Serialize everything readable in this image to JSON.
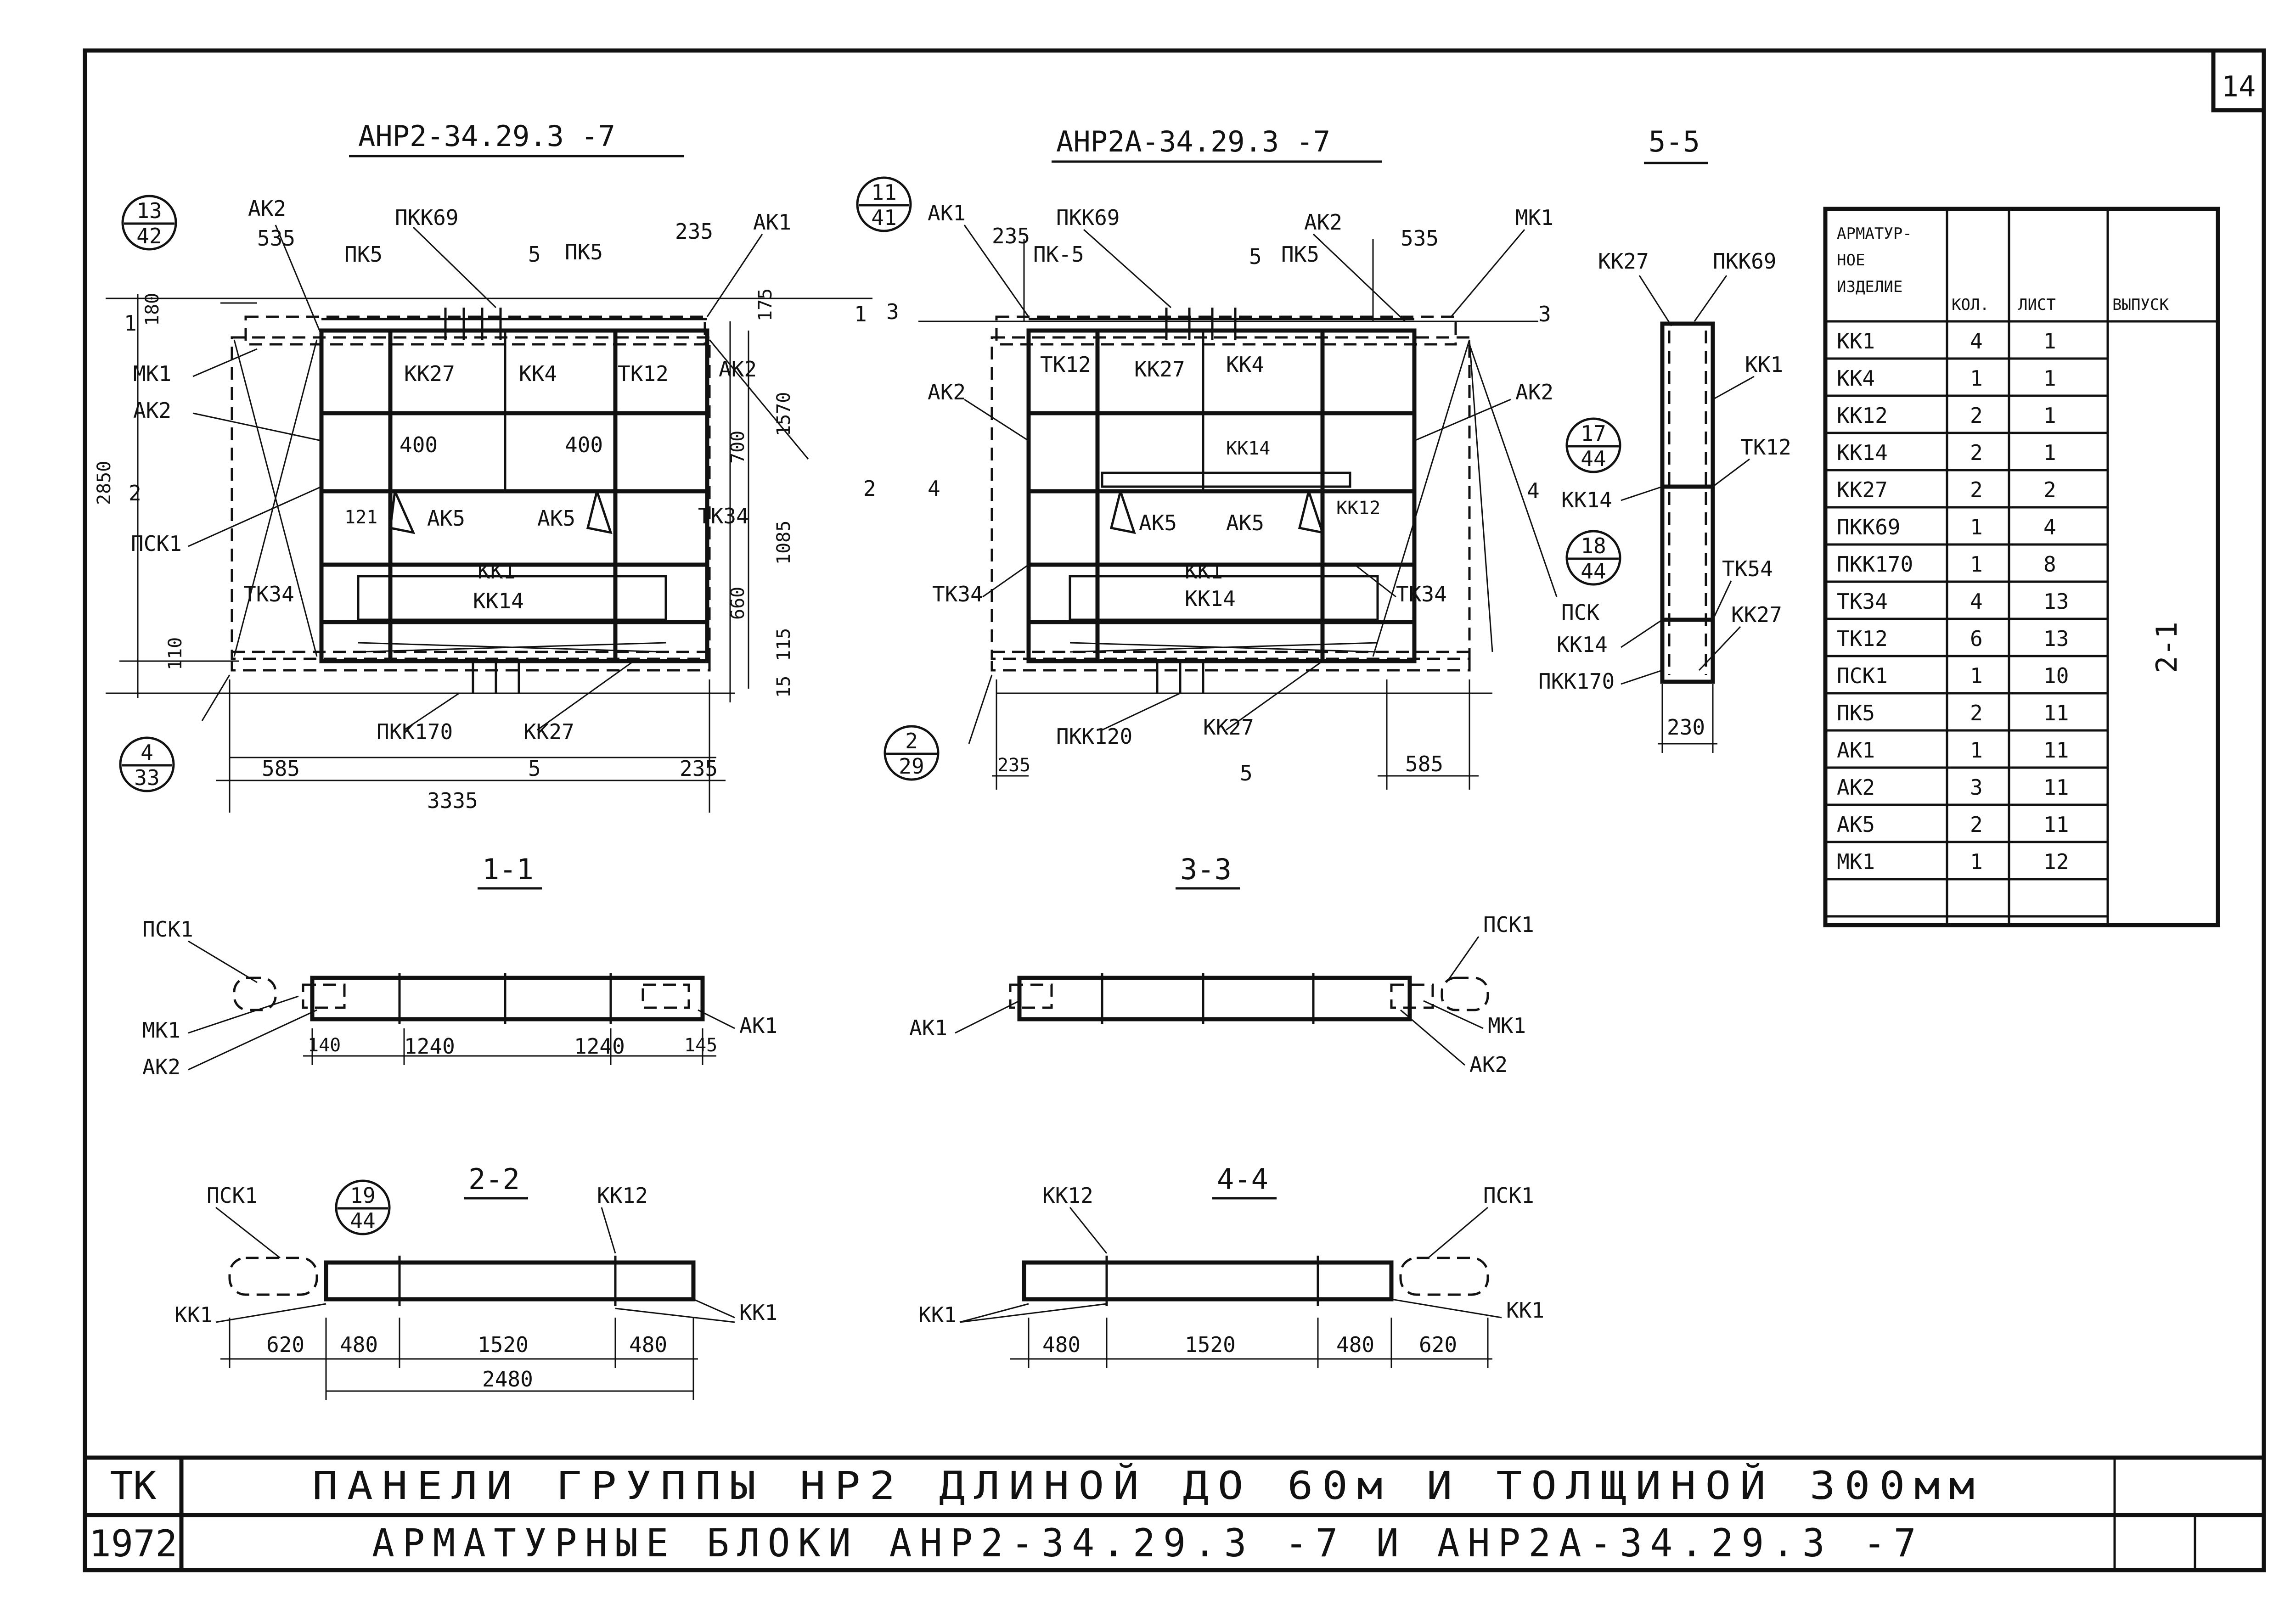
{
  "page_number": "14",
  "views": {
    "block1_title": "АНР2-34.29.3 -7",
    "block2_title": "АНР2А-34.29.3 -7",
    "section55_title": "5-5",
    "section11_title": "1-1",
    "section33_title": "3-3",
    "section22_title": "2-2",
    "section44_title": "4-4"
  },
  "callouts": {
    "c1": {
      "top": "13",
      "bottom": "42"
    },
    "c2": {
      "top": "11",
      "bottom": "41"
    },
    "c3": {
      "top": "4",
      "bottom": "33"
    },
    "c4": {
      "top": "2",
      "bottom": "29"
    },
    "c5": {
      "top": "17",
      "bottom": "44"
    },
    "c6": {
      "top": "18",
      "bottom": "44"
    },
    "c7": {
      "top": "19",
      "bottom": "44"
    }
  },
  "labels": {
    "ak1": "АК1",
    "ak2": "АК2",
    "ak5": "АК5",
    "pkk69": "ПКК69",
    "pk5": "ПК5",
    "mk1": "МК1",
    "psk1": "ПСК1",
    "kk27": "КК27",
    "kk4": "КК4",
    "tk12": "ТК12",
    "tk34": "ТК34",
    "kk1": "КК1",
    "kk14": "КК14",
    "kk12": "КК12",
    "pkk170": "ПКК170",
    "pkk120": "ПКК120",
    "pk_5": "ПК-5",
    "tk54": "ТК54",
    "psk": "ПСК",
    "sec5": "5",
    "sec1": "1",
    "sec2": "2",
    "sec3": "3",
    "sec4": "4"
  },
  "dimensions": {
    "d535": "535",
    "d235": "235",
    "d175": "175",
    "d180": "180",
    "d400": "400",
    "d1570": "1570",
    "d700": "700",
    "d2850": "2850",
    "d1085": "1085",
    "d121": "121",
    "d660": "660",
    "d115": "115",
    "d110": "110",
    "d15": "15",
    "d585": "585",
    "d3335": "3335",
    "d230": "230",
    "d140": "140",
    "d1240": "1240",
    "d145": "145",
    "d620": "620",
    "d480": "480",
    "d1520": "1520",
    "d2480": "2480"
  },
  "spec_table": {
    "headers": {
      "item": "АРМАТУР-\nНОЕ\nИЗДЕЛИЕ",
      "qty": "КОЛ.",
      "sheet": "ЛИСТ",
      "issue": "ВЫПУСК"
    },
    "rows": [
      {
        "item": "КК1",
        "qty": "4",
        "sheet": "1"
      },
      {
        "item": "КК4",
        "qty": "1",
        "sheet": "1"
      },
      {
        "item": "КК12",
        "qty": "2",
        "sheet": "1"
      },
      {
        "item": "КК14",
        "qty": "2",
        "sheet": "1"
      },
      {
        "item": "КК27",
        "qty": "2",
        "sheet": "2"
      },
      {
        "item": "ПКК69",
        "qty": "1",
        "sheet": "4"
      },
      {
        "item": "ПКК170",
        "qty": "1",
        "sheet": "8"
      },
      {
        "item": "ТК34",
        "qty": "4",
        "sheet": "13"
      },
      {
        "item": "ТК12",
        "qty": "6",
        "sheet": "13"
      },
      {
        "item": "ПСК1",
        "qty": "1",
        "sheet": "10"
      },
      {
        "item": "ПК5",
        "qty": "2",
        "sheet": "11"
      },
      {
        "item": "АК1",
        "qty": "1",
        "sheet": "11"
      },
      {
        "item": "АК2",
        "qty": "3",
        "sheet": "11"
      },
      {
        "item": "АК5",
        "qty": "2",
        "sheet": "11"
      },
      {
        "item": "МК1",
        "qty": "1",
        "sheet": "12"
      }
    ],
    "issue_value": "2-1"
  },
  "title_block": {
    "series": "ТК",
    "year": "1972",
    "line1": "ПАНЕЛИ ГРУППЫ НР2 ДЛИНОЙ ДО 60м И ТОЛЩИНОЙ 300мм",
    "line2": "АРМАТУРНЫЕ БЛОКИ АНР2-34.29.3 -7 И АНР2А-34.29.3 -7"
  }
}
